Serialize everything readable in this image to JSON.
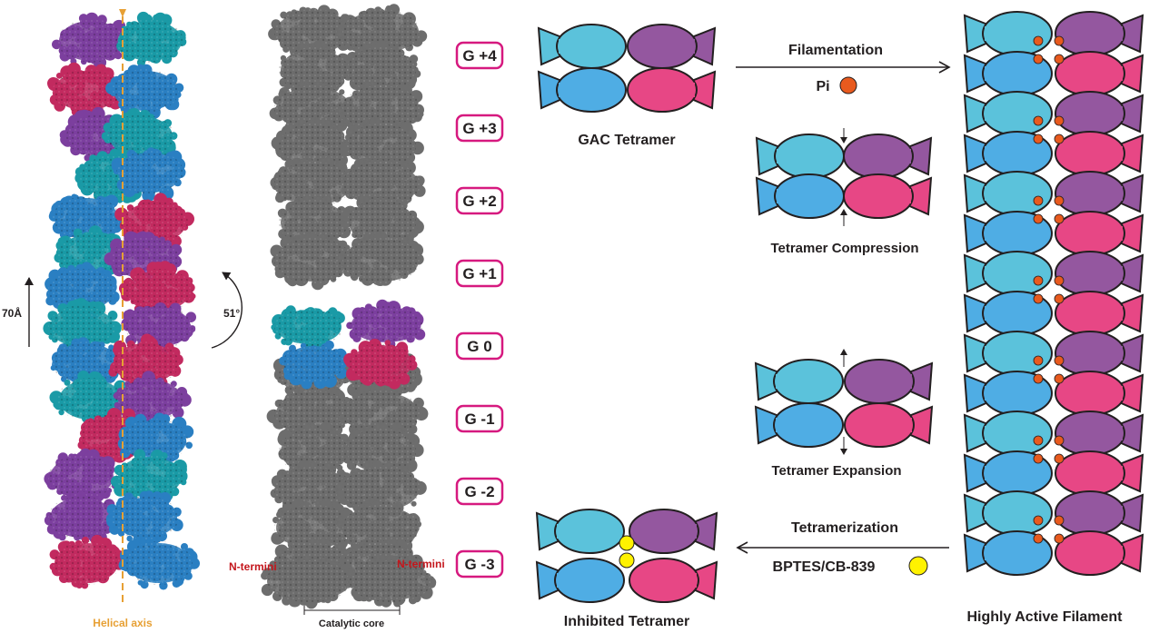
{
  "colors": {
    "cyan": "#5bc2db",
    "purple": "#94579f",
    "blue": "#4fade4",
    "pink": "#e74785",
    "outline": "#231f20",
    "pi_dot": "#e85a1e",
    "inhibitor_dot": "#fff200",
    "gbox_border": "#d6197f",
    "helical_axis": "#e7a034",
    "n_termini": "#c4161c",
    "struct_teal": "#1a9aa6",
    "struct_purple": "#7c3f9e",
    "struct_magenta": "#c22a5f",
    "struct_blue": "#2a7fc2",
    "struct_gray": "#6d6d6d"
  },
  "left_panel": {
    "helical_axis_label": "Helical axis",
    "rise_label": "70Å",
    "rotation_label": "51°"
  },
  "middle_panel": {
    "n_termini_left": "N-termini",
    "n_termini_right": "N-termini",
    "catalytic_core_label": "Catalytic core"
  },
  "g_levels": [
    "G +4",
    "G +3",
    "G +2",
    "G +1",
    "G  0",
    "G -1",
    "G -2",
    "G -3"
  ],
  "schematic": {
    "gac_tetramer_label": "GAC Tetramer",
    "filamentation_label": "Filamentation",
    "pi_label": "Pi",
    "compression_label": "Tetramer Compression",
    "expansion_label": "Tetramer Expansion",
    "tetramerization_label": "Tetramerization",
    "inhibitor_label": "BPTES/CB-839",
    "inhibited_label": "Inhibited Tetramer",
    "filament_label": "Highly Active Filament",
    "filament_tetramer_count": 7
  }
}
